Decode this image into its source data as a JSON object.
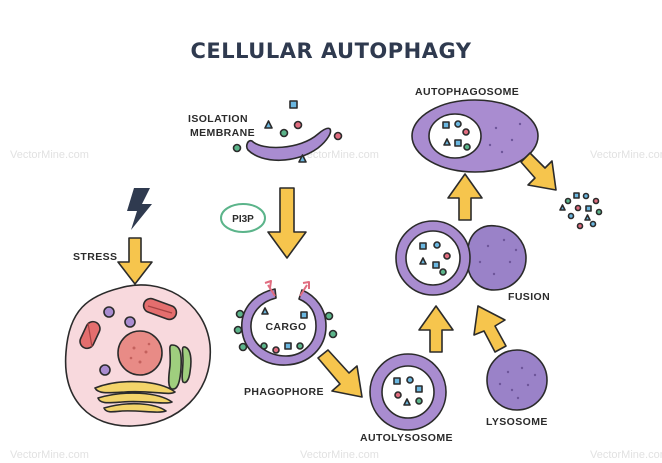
{
  "title": "CELLULAR AUTOPHAGY",
  "labels": {
    "isolation_membrane_line1": "ISOLATION",
    "isolation_membrane_line2": "MEMBRANE",
    "pi3p": "PI3P",
    "stress": "STRESS",
    "cargo": "CARGO",
    "phagophore": "PHAGOPHORE",
    "autolysosome": "AUTOLYSOSOME",
    "lysosome": "LYSOSOME",
    "fusion": "FUSION",
    "autophagosome": "AUTOPHAGOSOME"
  },
  "watermark": "VectorMine.com",
  "colors": {
    "membrane": "#a98cd0",
    "lysosome": "#9a82c8",
    "arrow": "#f6c54d",
    "cell_body": "#f8d9dd",
    "nucleus": "#e88b86",
    "ink": "#2b2b2b"
  }
}
